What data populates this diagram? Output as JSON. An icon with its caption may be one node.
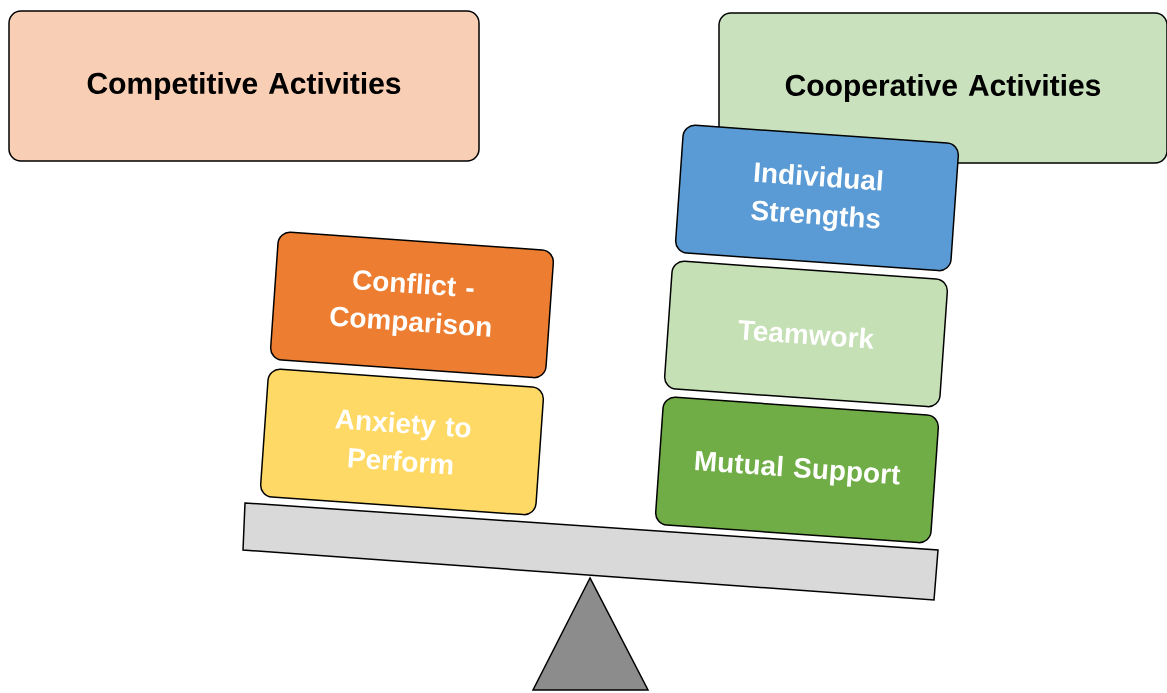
{
  "diagram": {
    "nodes": [
      {
        "text": [
          "Competitive Activities"
        ]
      },
      {
        "text": [
          "Cooperative Activities"
        ]
      },
      {
        "text": [
          "Conflict - Comparison"
        ]
      },
      {
        "text": [
          "Anxiety to Perform"
        ]
      },
      {
        "text": [
          "Individual Strengths"
        ]
      },
      {
        "text": [
          "Teamwork"
        ]
      },
      {
        "text": [
          "Mutual Support"
        ]
      }
    ]
  }
}
